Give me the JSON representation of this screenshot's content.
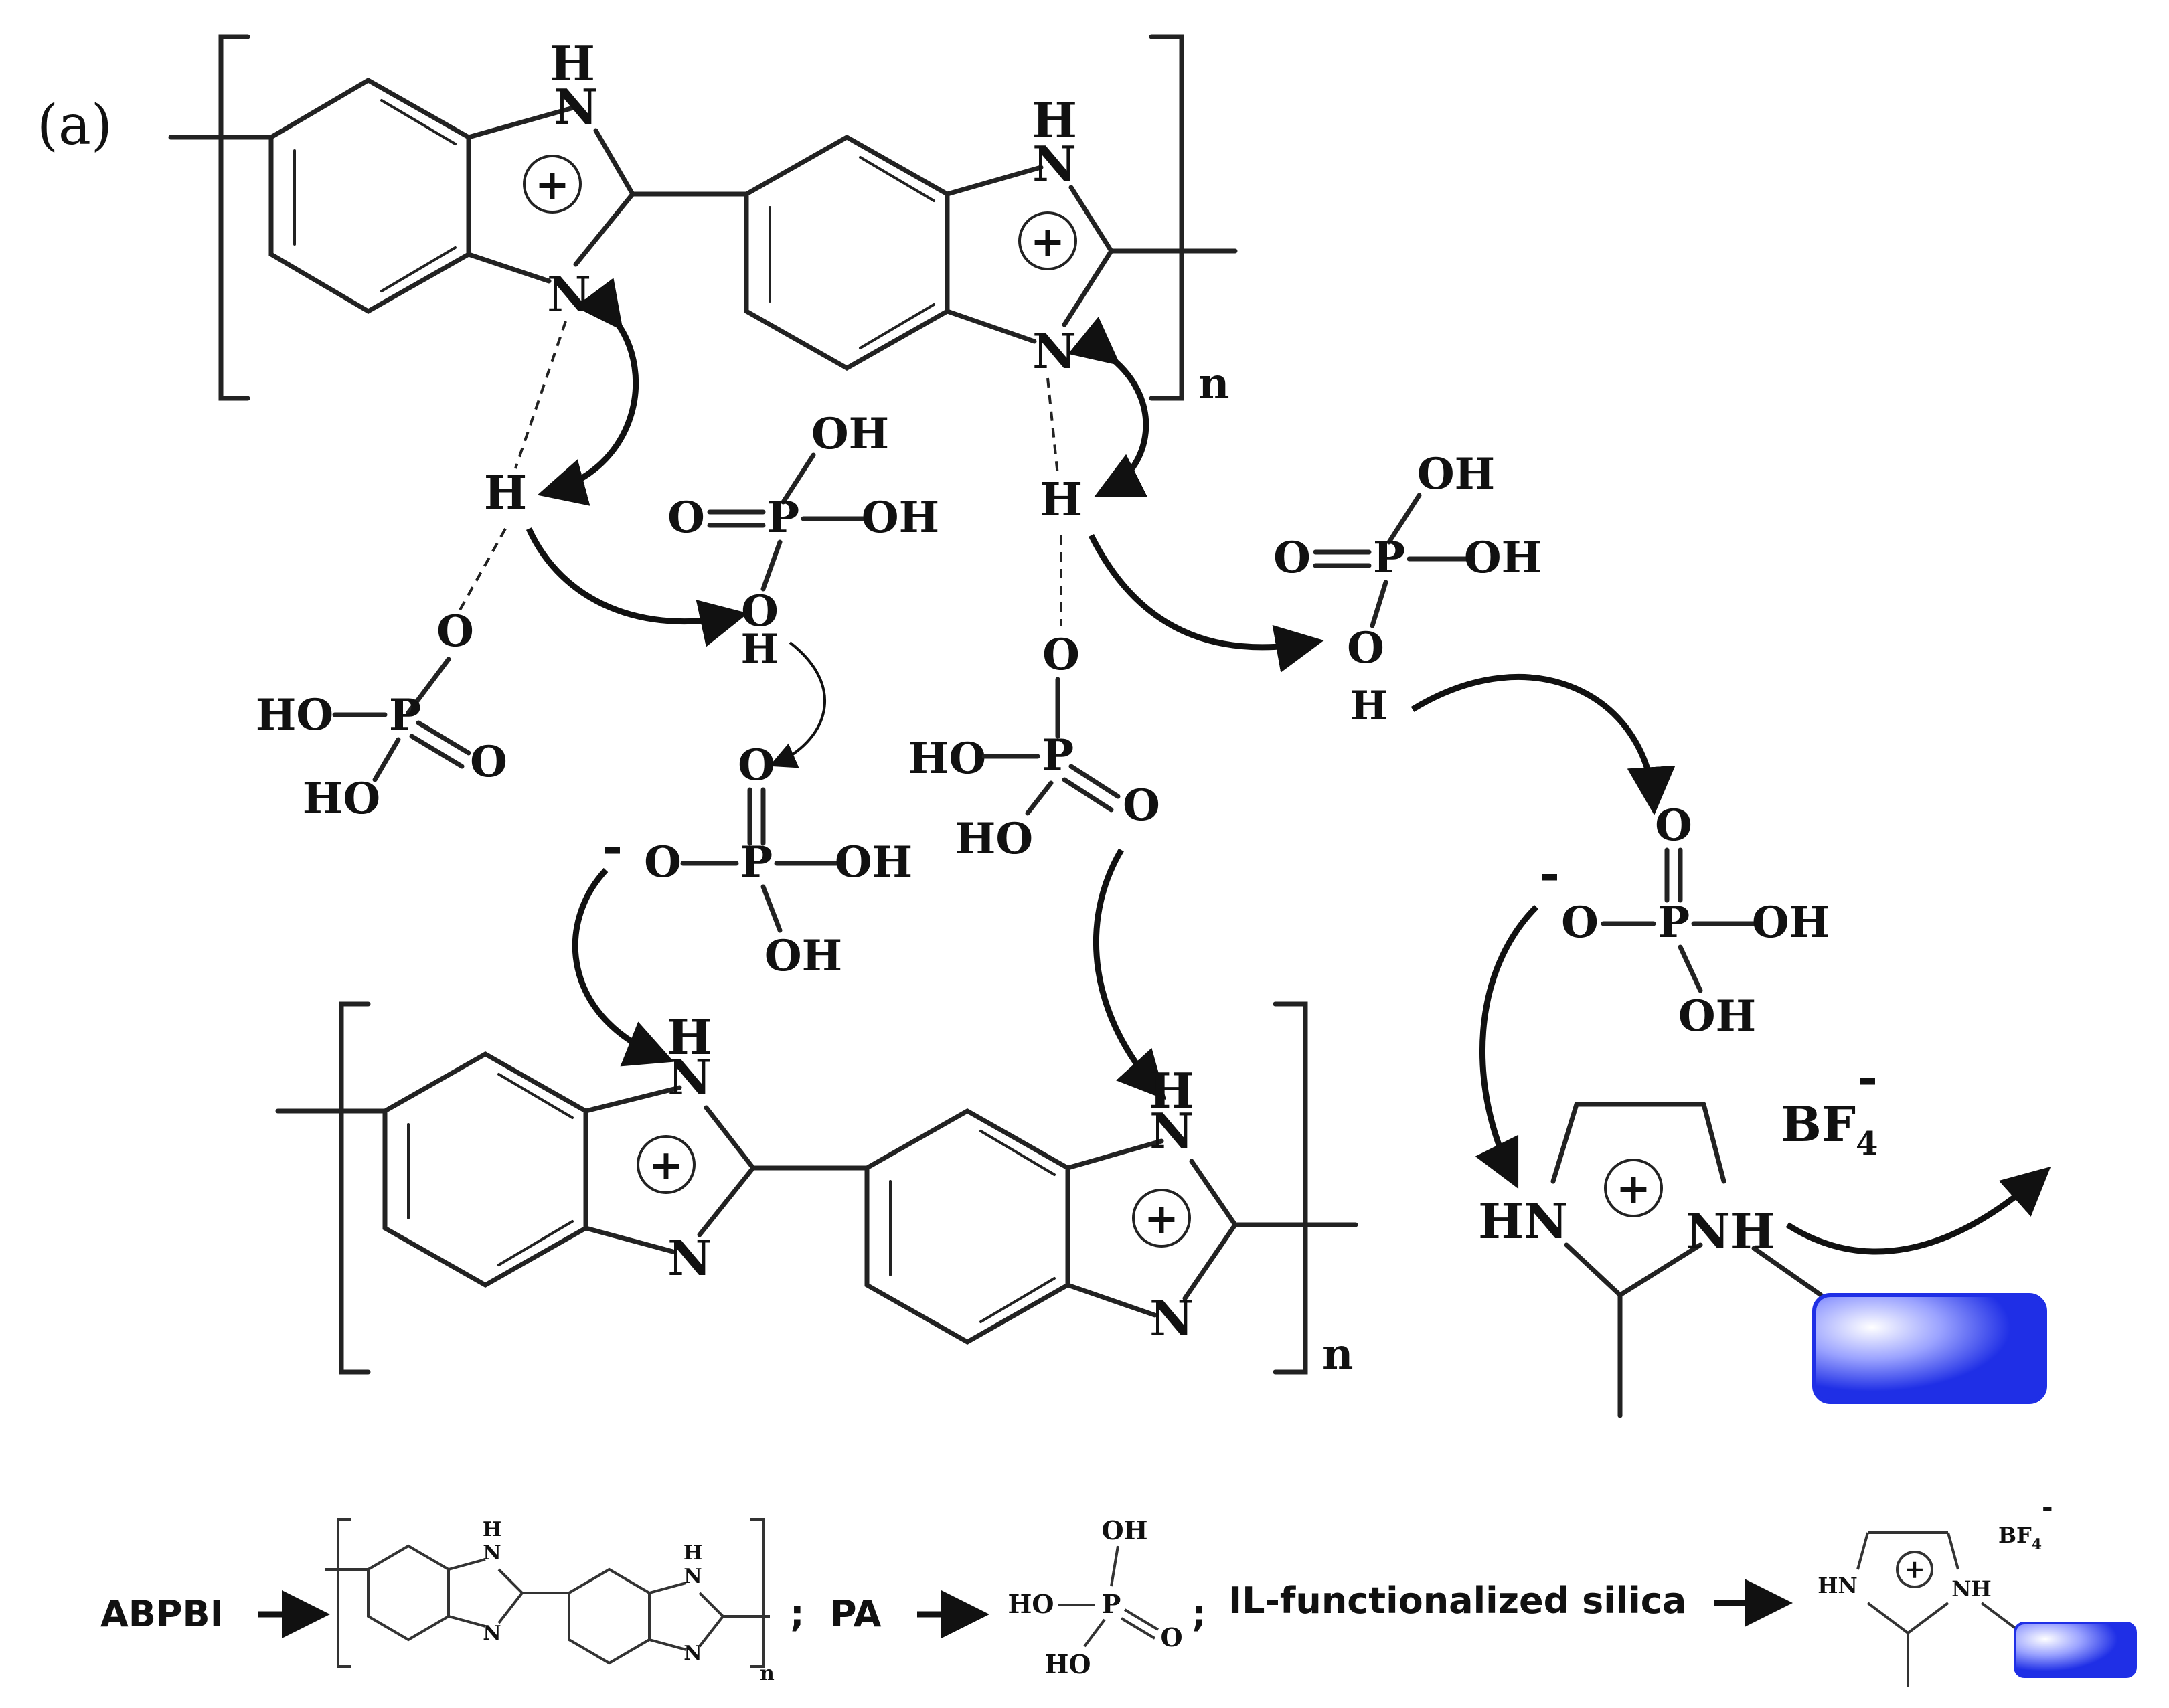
{
  "panel_label": "(a)",
  "subscript_n": "n",
  "plus": "+",
  "minus": "-",
  "atoms": {
    "N": "N",
    "H": "H",
    "O": "O",
    "P": "P",
    "OH": "OH",
    "HO": "HO",
    "HN": "HN",
    "NH": "NH"
  },
  "anion": {
    "base": "BF",
    "sub": "4",
    "charge": "-"
  },
  "legend": {
    "abpbi": "ABPBI",
    "pa": "PA",
    "il_silica": "IL-functionalized silica",
    "separator": ";",
    "arrow": "→"
  },
  "colors": {
    "silica_fill": "#1f2fe6",
    "silica_highlight": "#ffffff",
    "ink": "#111111"
  }
}
